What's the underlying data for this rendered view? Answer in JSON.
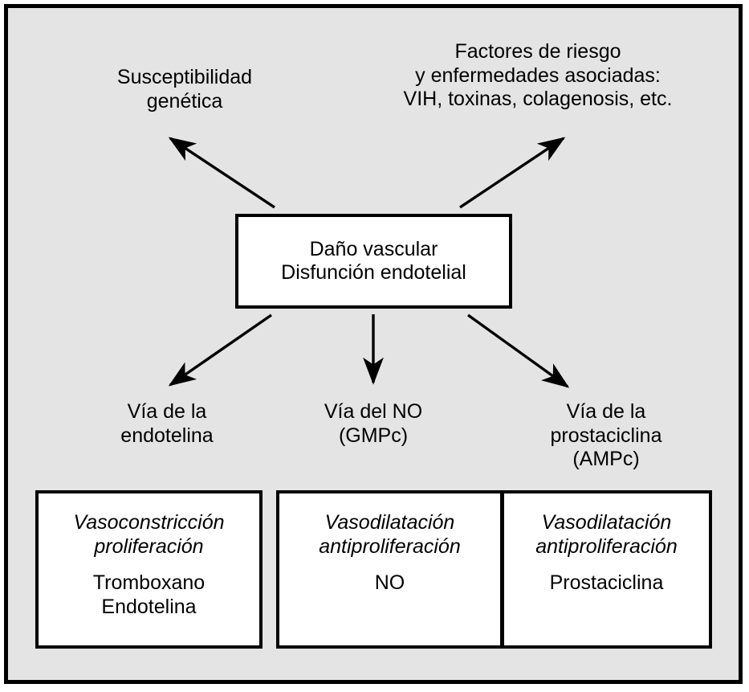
{
  "figure": {
    "background_color": "#e4e4e4",
    "frame_color": "#000000",
    "box_fill": "#ffffff",
    "text_color": "#000000"
  },
  "nodes": {
    "genetic_susceptibility": "Susceptibilidad\ngenética",
    "risk_factors": "Factores de riesgo\ny enfermedades asociadas:\nVIH, toxinas, colagenosis, etc.",
    "central": "Daño vascular\nDisfunción endotelial"
  },
  "pathways": [
    {
      "label": "Vía de la\nendotelina"
    },
    {
      "label": "Vía del NO\n(GMPc)"
    },
    {
      "label": "Vía de la\nprostaciclina\n(AMPc)"
    }
  ],
  "outcomes": [
    {
      "effects": "Vasoconstricción\nproliferación",
      "mediators": "Tromboxano\nEndotelina"
    },
    {
      "effects": "Vasodilatación\nantiproliferación",
      "mediators": "NO"
    },
    {
      "effects": "Vasodilatación\nantiproliferación",
      "mediators": "Prostaciclina"
    }
  ],
  "arrows": [
    {
      "name": "arrow-to-genetic-susceptibility",
      "direction": "up-left"
    },
    {
      "name": "arrow-to-risk-factors",
      "direction": "up-right"
    },
    {
      "name": "arrow-to-endothelin-pathway",
      "direction": "down-left"
    },
    {
      "name": "arrow-to-no-pathway",
      "direction": "down"
    },
    {
      "name": "arrow-to-prostacyclin-pathway",
      "direction": "down-right"
    }
  ]
}
